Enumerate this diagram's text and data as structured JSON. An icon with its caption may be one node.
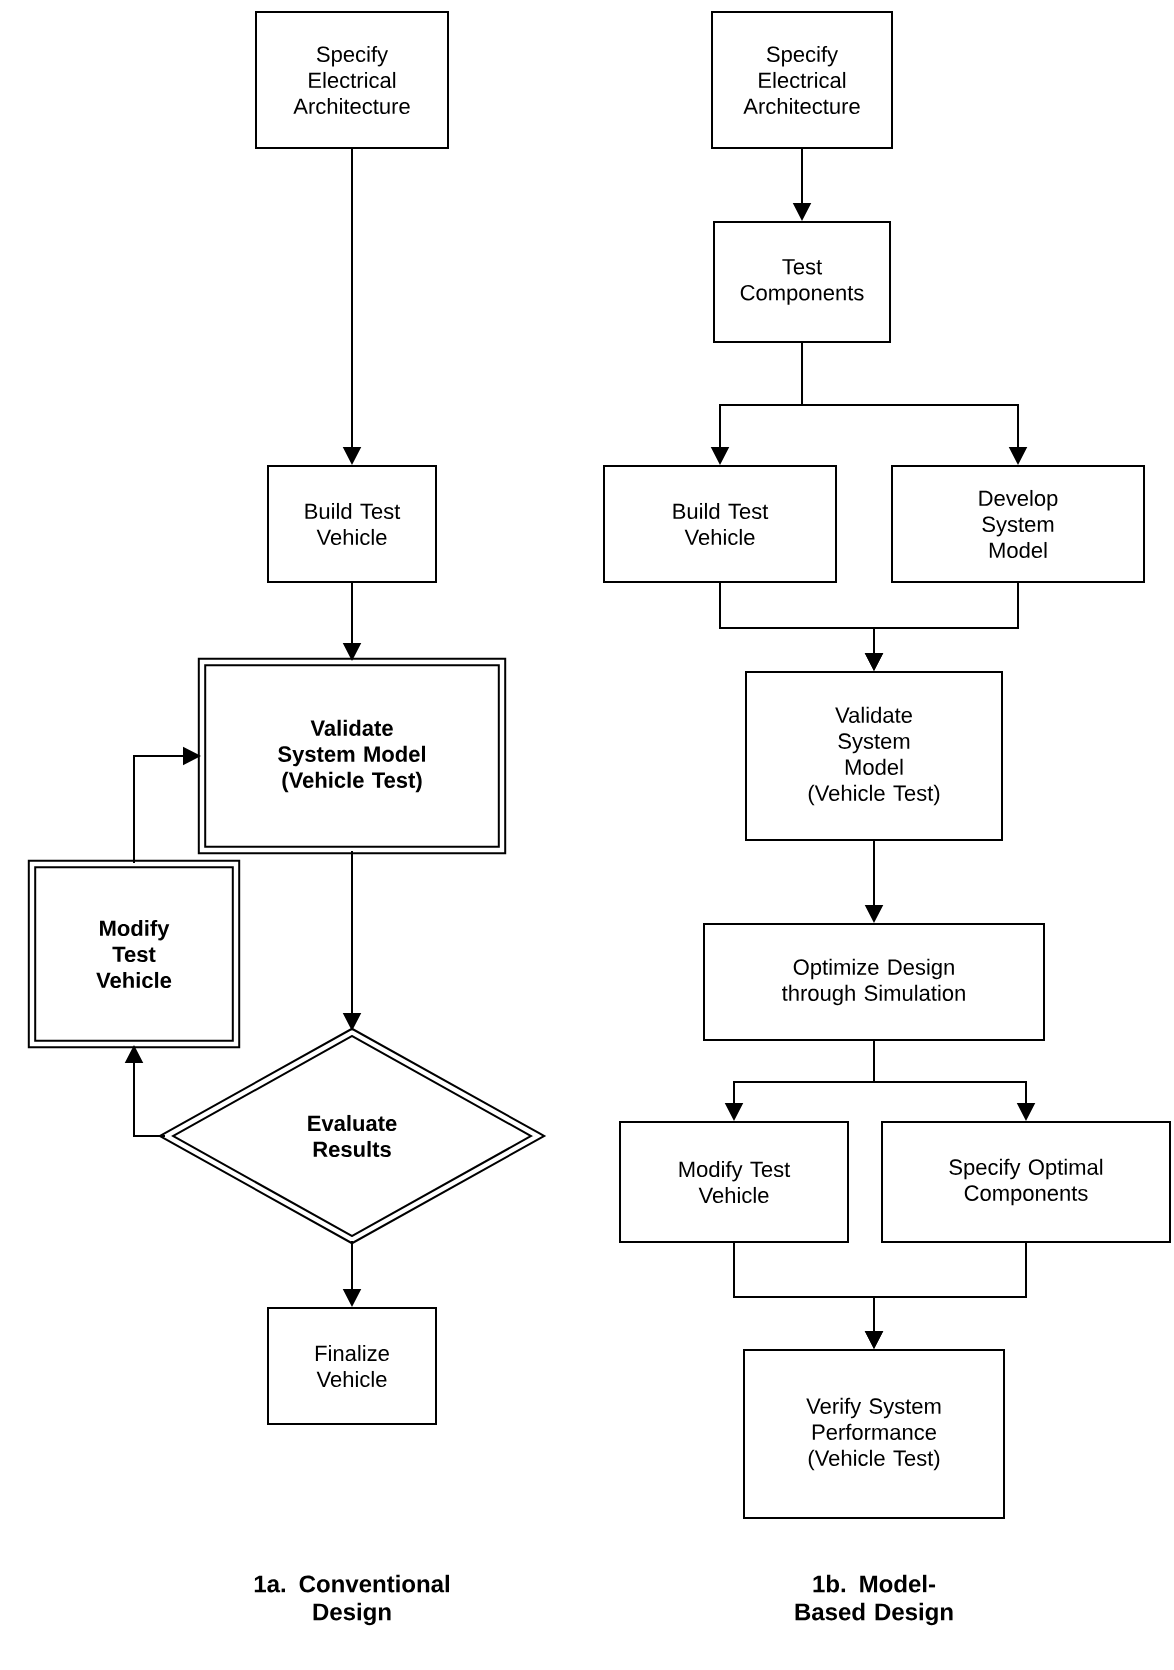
{
  "diagram": {
    "nodes": [
      {
        "text": [
          "Specify Electrical Architecture"
        ]
      },
      {
        "text": [
          "Build Test Vehicle"
        ]
      },
      {
        "text": [
          "Validate System Model (Vehicle Test)"
        ]
      },
      {
        "text": [
          "Modify Test Vehicle"
        ]
      },
      {
        "text": [
          "Evaluate Results"
        ]
      },
      {
        "text": [
          "Finalize Vehicle"
        ]
      },
      {
        "text": [
          "Specify Electrical Architecture"
        ]
      },
      {
        "text": [
          "Test Components"
        ]
      },
      {
        "text": [
          "Build Test Vehicle"
        ]
      },
      {
        "text": [
          "Develop System Model"
        ]
      },
      {
        "text": [
          "Validate System Model (Vehicle Test)"
        ]
      },
      {
        "text": [
          "Optimize Design through Simulation"
        ]
      },
      {
        "text": [
          "Modify Test Vehicle"
        ]
      },
      {
        "text": [
          "Specify Optimal Components"
        ]
      },
      {
        "text": [
          "Verify System Performance (Vehicle Test)"
        ]
      }
    ],
    "edges": [
      {
        "from": 0,
        "to": 1,
        "arrow": "to"
      },
      {
        "from": 1,
        "to": 2,
        "arrow": "to"
      },
      {
        "from": 2,
        "to": 4,
        "arrow": "to"
      },
      {
        "from": 4,
        "to": 3,
        "arrow": "to"
      },
      {
        "from": 3,
        "to": 2,
        "arrow": "to"
      },
      {
        "from": 4,
        "to": 5,
        "arrow": "to"
      },
      {
        "from": 6,
        "to": 7,
        "arrow": "to"
      },
      {
        "from": 7,
        "to": 8,
        "arrow": "to"
      },
      {
        "from": 7,
        "to": 9,
        "arrow": "to"
      },
      {
        "from": 8,
        "to": 10,
        "arrow": "to"
      },
      {
        "from": 9,
        "to": 10,
        "arrow": "to"
      },
      {
        "from": 10,
        "to": 11,
        "arrow": "to"
      },
      {
        "from": 11,
        "to": 12,
        "arrow": "to"
      },
      {
        "from": 11,
        "to": 13,
        "arrow": "to"
      },
      {
        "from": 12,
        "to": 14,
        "arrow": "to"
      },
      {
        "from": 13,
        "to": 14,
        "arrow": "to"
      }
    ],
    "labels": [
      "1a. Conventional Design",
      "1b. Model-Based Design"
    ]
  }
}
